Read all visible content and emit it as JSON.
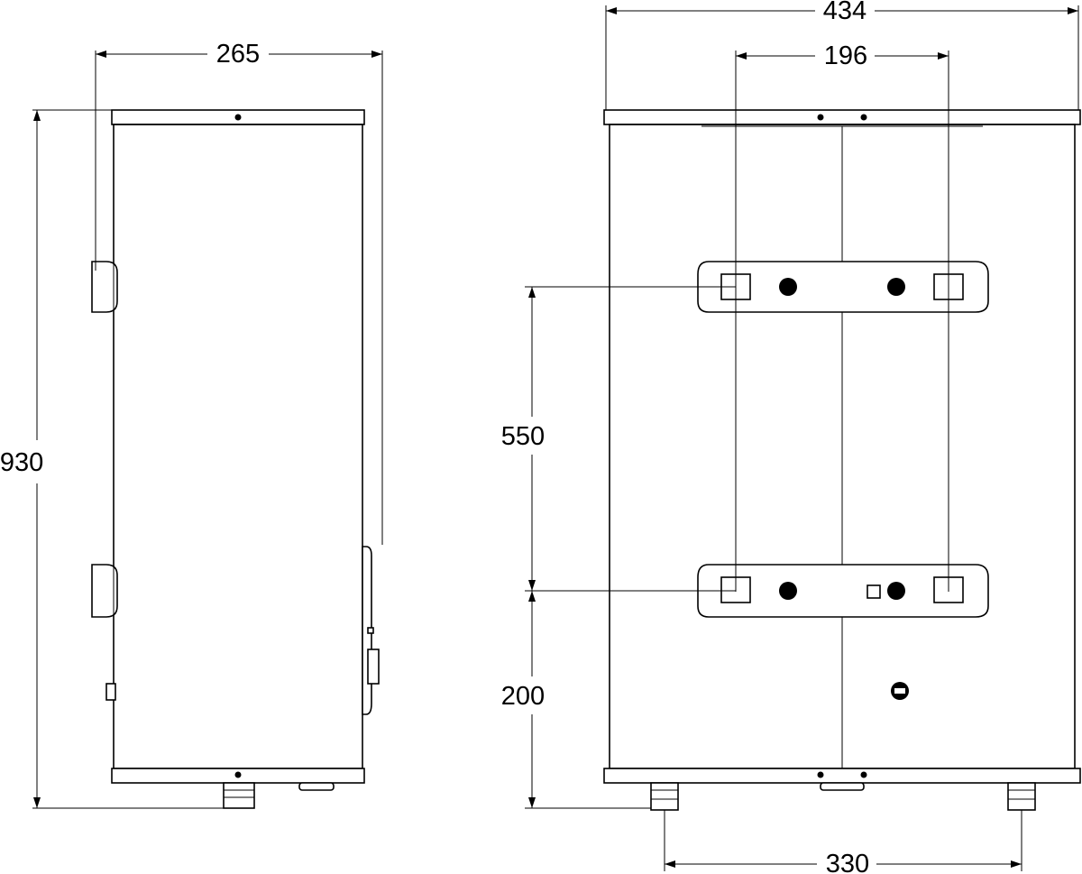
{
  "dimensions": {
    "side_width": "265",
    "side_height": "930",
    "front_width": "434",
    "bracket_spacing": "196",
    "bracket_vertical_spacing": "550",
    "bottom_to_bracket": "200",
    "pipe_spacing": "330"
  },
  "colors": {
    "line": "#000000",
    "background": "#ffffff"
  }
}
